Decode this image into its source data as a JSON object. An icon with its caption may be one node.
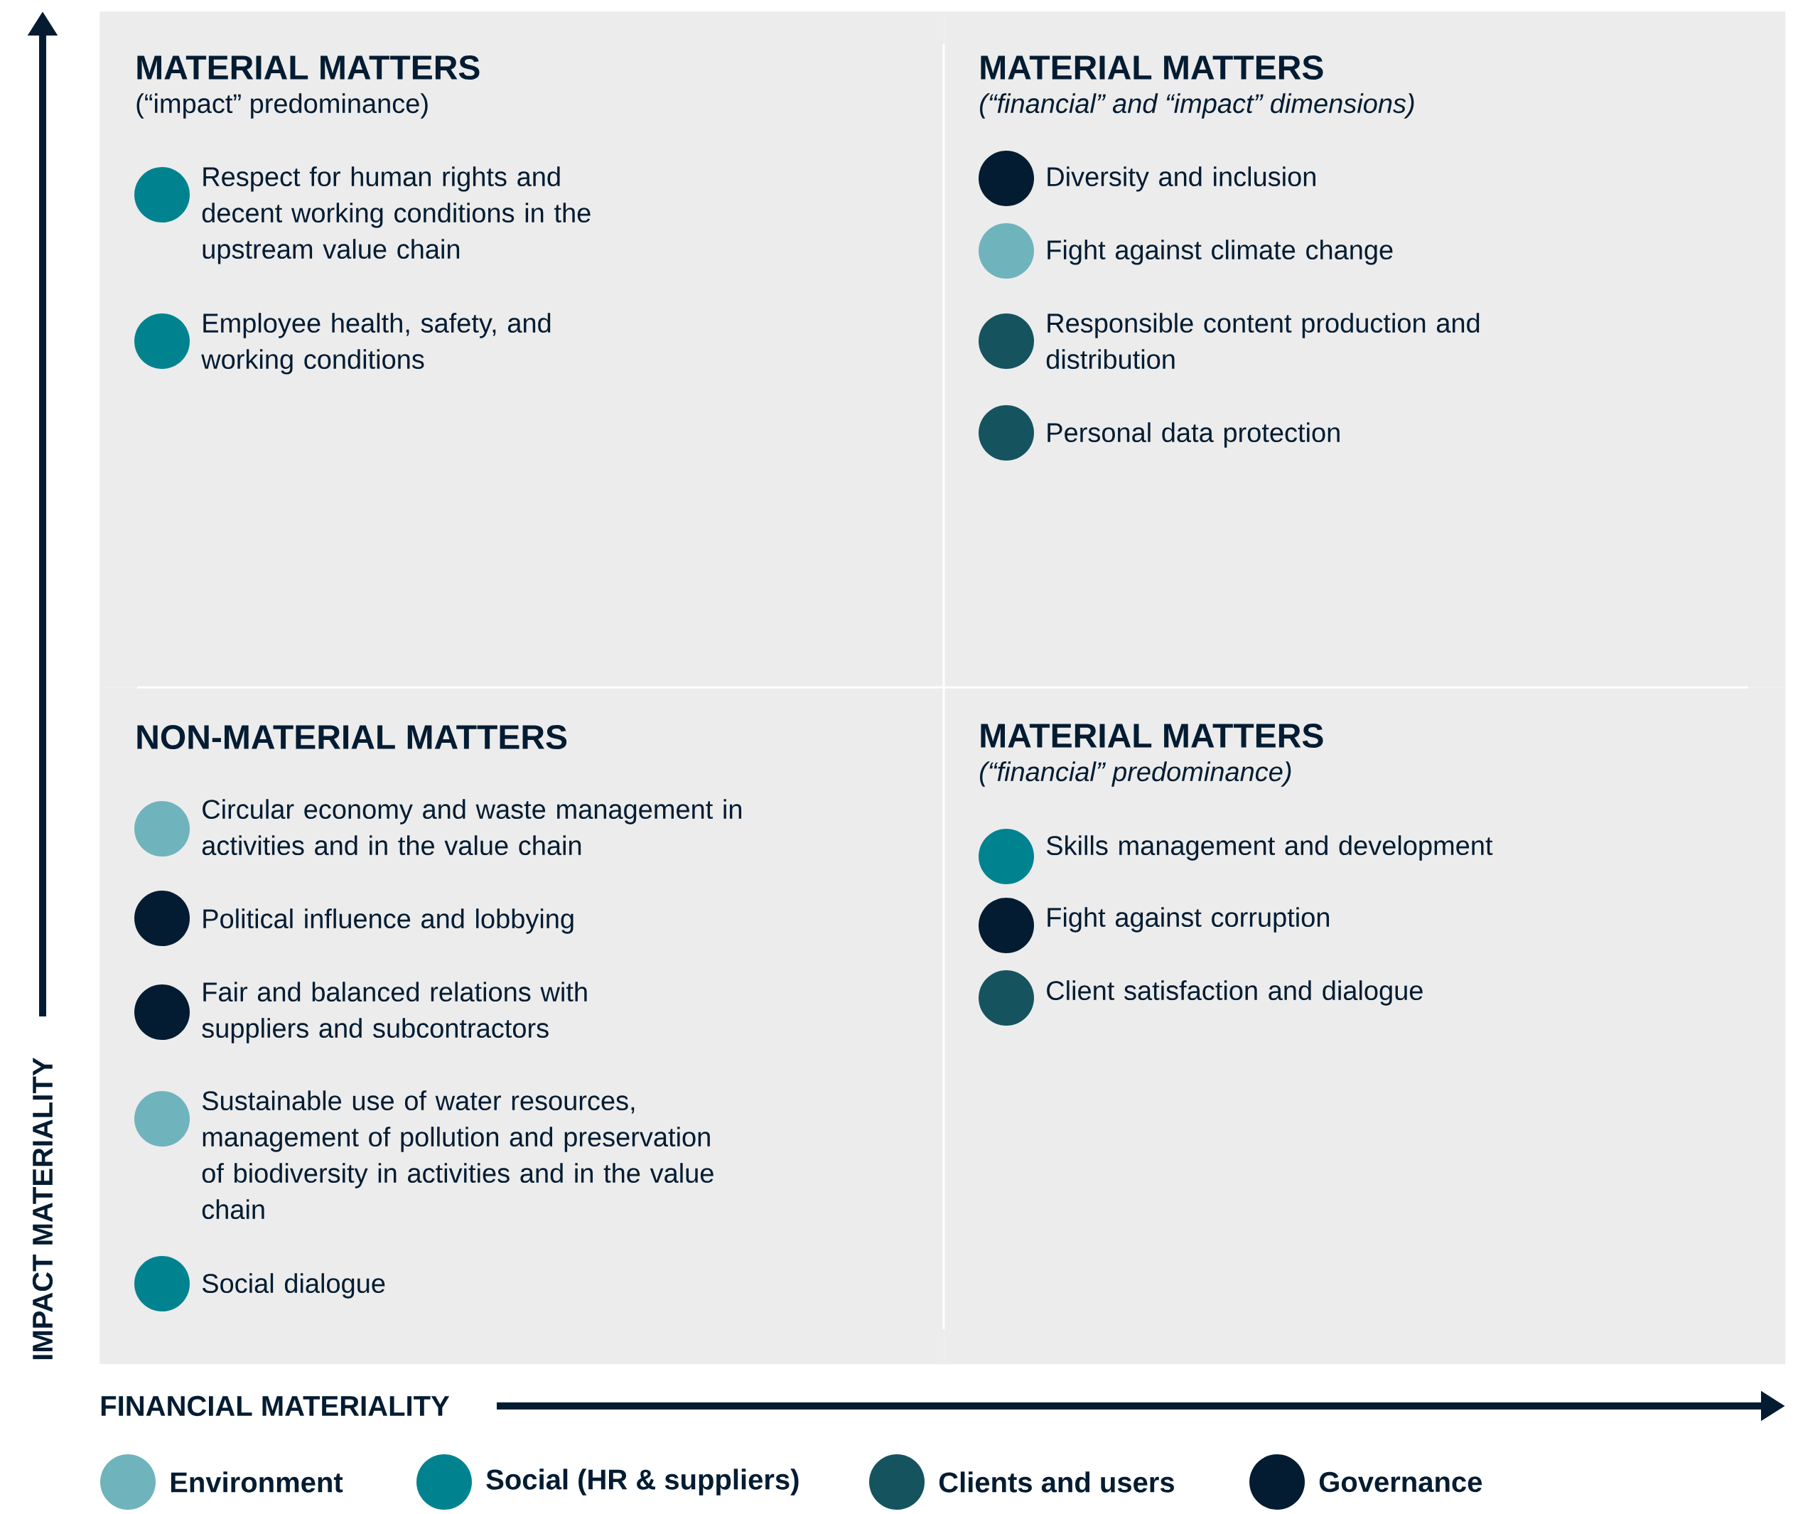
{
  "diagram": {
    "nodes": [
      {
        "text": [
          "MATERIAL MATTERS",
          "(“impact” predominance)"
        ]
      },
      {
        "text": [
          "Respect for human rights and decent working conditions in the upstream value chain"
        ],
        "in": 0
      },
      {
        "text": [
          "Employee health, safety, and working conditions"
        ],
        "in": 0
      },
      {
        "text": [
          "MATERIAL MATTERS",
          "(“financial” and “impact” dimensions)"
        ]
      },
      {
        "text": [
          "Diversity and inclusion"
        ],
        "in": 3
      },
      {
        "text": [
          "Fight against climate change"
        ],
        "in": 3
      },
      {
        "text": [
          "Responsible content production and distribution"
        ],
        "in": 3
      },
      {
        "text": [
          "Personal data protection"
        ],
        "in": 3
      },
      {
        "text": [
          "NON-MATERIAL MATTERS"
        ]
      },
      {
        "text": [
          "Circular economy and waste management in activities and in the value chain"
        ],
        "in": 8
      },
      {
        "text": [
          "Political influence and lobbying"
        ],
        "in": 8
      },
      {
        "text": [
          "Fair and balanced relations with suppliers and subcontractors"
        ],
        "in": 8
      },
      {
        "text": [
          "Sustainable use of water resources, management of pollution and preservation of biodiversity in activities and in the value chain"
        ],
        "in": 8
      },
      {
        "text": [
          "Social dialogue"
        ],
        "in": 8
      },
      {
        "text": [
          "MATERIAL MATTERS",
          "(“financial” predominance)"
        ]
      },
      {
        "text": [
          "Skills management and development"
        ],
        "in": 14
      },
      {
        "text": [
          "Fight against corruption"
        ],
        "in": 14
      },
      {
        "text": [
          "Client satisfaction and dialogue"
        ],
        "in": 14
      }
    ],
    "labels": [
      "IMPACT MATERIALITY",
      "FINANCIAL MATERIALITY"
    ],
    "legend": [
      {
        "text": "Environment",
        "color": "#6fb3bd"
      },
      {
        "text": "Social (HR & suppliers)",
        "color": "#00838f"
      },
      {
        "text": "Clients and users",
        "color": "#15535f"
      },
      {
        "text": "Governance",
        "color": "#041c32"
      }
    ]
  }
}
